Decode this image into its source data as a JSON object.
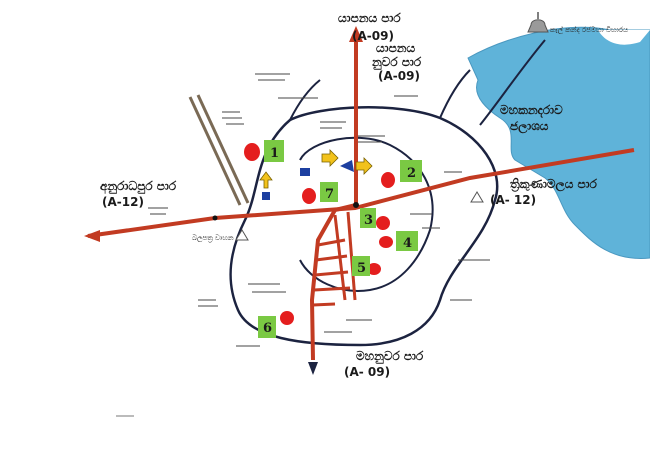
{
  "colors": {
    "main_road": "#c23b22",
    "ring_road": "#1c2340",
    "lake": "#5fb3d9",
    "marker_fill": "#e41e1e",
    "number_box": "#7ac943",
    "rail": "#7a6a55"
  },
  "roads": {
    "north_a09_top": "යාපනය පාර",
    "north_a09_top_code": "(A-09)",
    "north_a09_second": "යාපනය",
    "north_a09_second_2": "නුවර පාර",
    "north_a09_second_code": "(A-09)",
    "west_a12": "අනුරාධපුර පාර",
    "west_a12_code": "(A-12)",
    "east_a12": "ත්‍රිකුණාමලය පාර",
    "east_a12_code": "(A- 12)",
    "south_a09": "මහනුවර පාර",
    "south_a09_code": "(A- 09)"
  },
  "places": {
    "lake_name": "මහකනදරාව",
    "lake_name_2": "ජලාශය",
    "temple_top": "කෑල් කන්ද රජමහා විහාරය",
    "temple_west": "බලපත්‍ර වාහන"
  },
  "markers": [
    {
      "num": "1"
    },
    {
      "num": "2"
    },
    {
      "num": "3"
    },
    {
      "num": "4"
    },
    {
      "num": "5"
    },
    {
      "num": "6"
    },
    {
      "num": "7"
    }
  ]
}
